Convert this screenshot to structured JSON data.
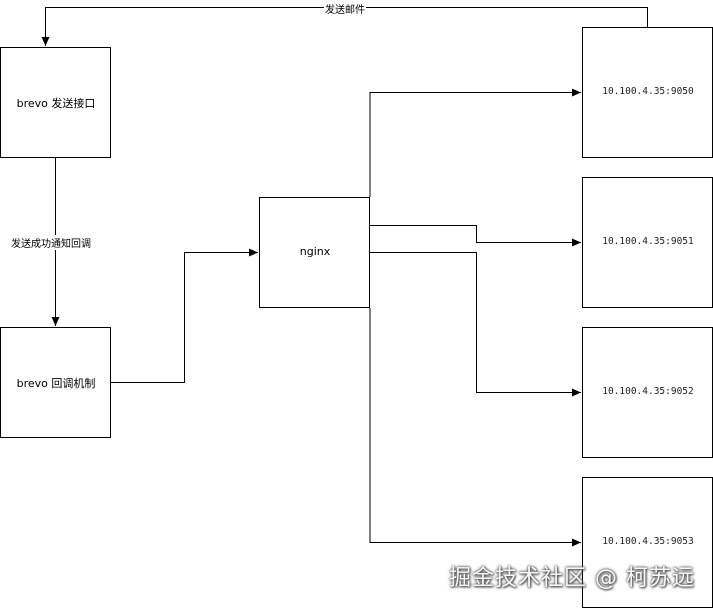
{
  "nodes": {
    "send_api": "brevo 发送接口",
    "callback": "brevo 回调机制",
    "nginx": "nginx",
    "server_9050": "10.100.4.35:9050",
    "server_9051": "10.100.4.35:9051",
    "server_9052": "10.100.4.35:9052",
    "server_9053": "10.100.4.35:9053"
  },
  "edges": {
    "send_mail": "发送邮件",
    "success_callback": "发送成功通知回调"
  },
  "watermark": "掘金技术社区 @ 柯苏远"
}
